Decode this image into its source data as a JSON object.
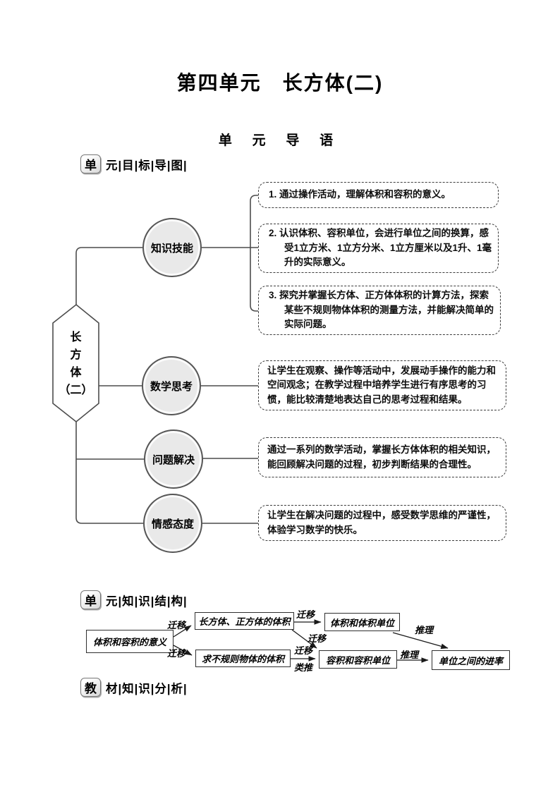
{
  "page": {
    "title": "第四单元　长方体(二)",
    "subtitle": "单 元 导 语"
  },
  "section_headers": {
    "goal_map": {
      "badge": "单",
      "label": "元|目|标|导|图|"
    },
    "knowledge": {
      "badge": "单",
      "label": "元|知|识|结|构|"
    },
    "material": {
      "badge": "教",
      "label": "材|知|识|分|析|"
    }
  },
  "mindmap": {
    "root_chars": [
      "长",
      "方",
      "体",
      "（二）"
    ],
    "branches": [
      {
        "label": "知识技能",
        "items": [
          "1. 通过操作活动，理解体积和容积的意义。",
          "2. 认识体积、容积单位，会进行单位之间的换算，感受1立方米、1立方分米、1立方厘米以及1升、1毫升的实际意义。",
          "3. 探究并掌握长方体、正方体体积的计算方法，探索某些不规则物体体积的测量方法，并能解决简单的实际问题。"
        ]
      },
      {
        "label": "数学思考",
        "items": [
          "让学生在观察、操作等活动中，发展动手操作的能力和空间观念；在教学过程中培养学生进行有序思考的习惯，能比较清楚地表达自己的思考过程和结果。"
        ]
      },
      {
        "label": "问题解决",
        "items": [
          "通过一系列的数学活动，掌握长方体体积的相关知识，能回顾解决问题的过程，初步判断结果的合理性。"
        ]
      },
      {
        "label": "情感态度",
        "items": [
          "让学生在解决问题的过程中，感受数学思维的严谨性，体验学习数学的快乐。"
        ]
      }
    ]
  },
  "flowchart": {
    "nodes": {
      "meaning": "体积和容积的意义",
      "cuboid_volume": "长方体、正方体的体积",
      "irregular_volume": "求不规则物体的体积",
      "volume_units": "体积和体积单位",
      "capacity_units": "容积和容积单位",
      "unit_rates": "单位之间的进率"
    },
    "edge_labels": [
      "迁移",
      "迁移",
      "迁移",
      "迁移",
      "迁移",
      "类推",
      "推理",
      "推理"
    ]
  }
}
